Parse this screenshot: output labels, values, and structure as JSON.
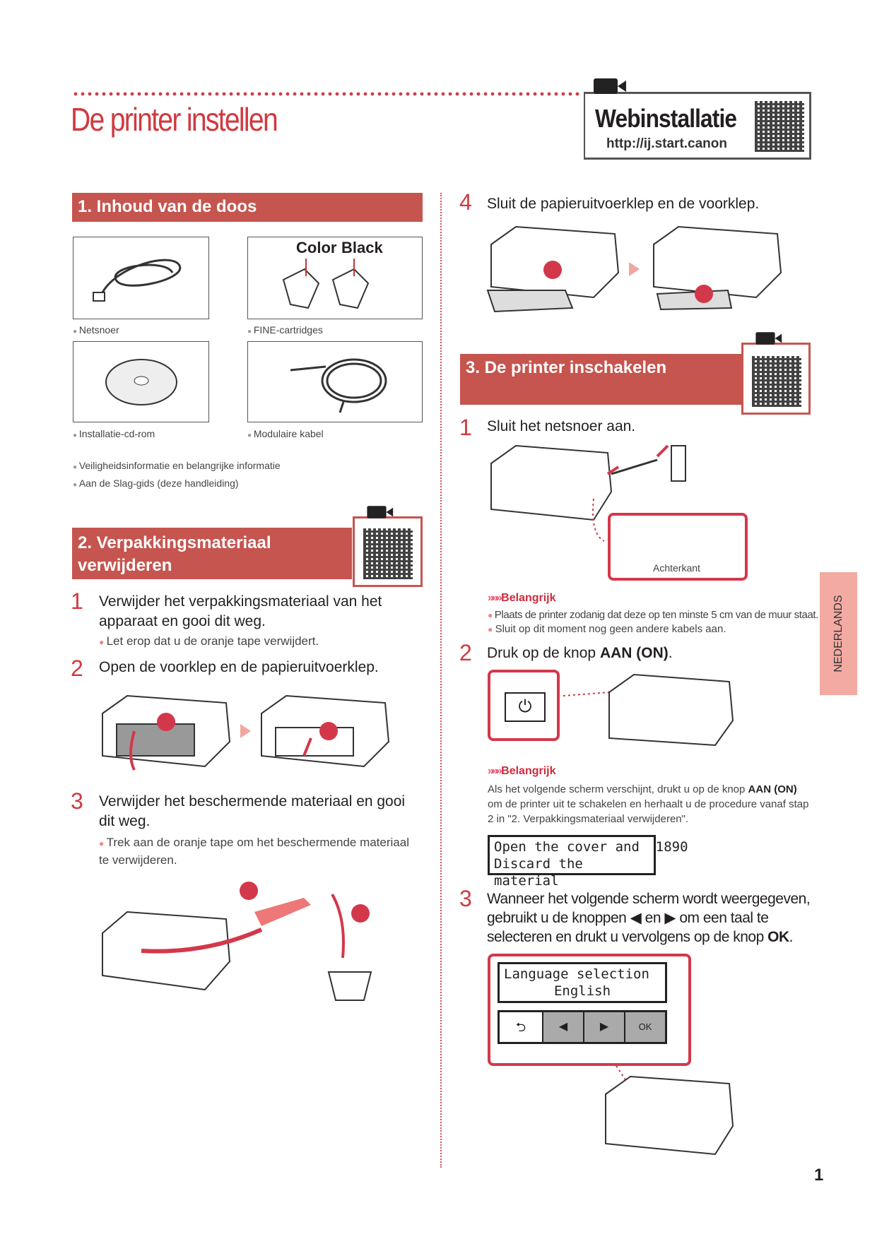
{
  "header": {
    "title": "De printer instellen",
    "web_title": "Webinstallatie",
    "web_url": "http://ij.start.canon"
  },
  "section1": {
    "title": "1. Inhoud van de doos",
    "ink_labels": [
      "Color",
      "Black"
    ],
    "items": [
      "Netsnoer",
      "FINE-cartridges",
      "Installatie-cd-rom",
      "Modulaire kabel"
    ],
    "extras": [
      "Veiligheidsinformatie en belangrijke informatie",
      "Aan de Slag-gids (deze handleiding)"
    ]
  },
  "section2": {
    "title_line1": "2. Verpakkingsmateriaal",
    "title_line2": "verwijderen",
    "steps": [
      {
        "num": "1",
        "text": "Verwijder het verpakkingsmateriaal van het apparaat en gooi dit weg.",
        "sub": "Let erop dat u de oranje tape verwijdert."
      },
      {
        "num": "2",
        "text": "Open de voorklep en de papieruitvoerklep."
      },
      {
        "num": "3",
        "text": "Verwijder het beschermende materiaal en gooi dit weg.",
        "sub": "Trek aan de oranje tape om het beschermende materiaal te verwijderen."
      },
      {
        "num": "4",
        "text": "Sluit de papieruitvoerklep en de voorklep."
      }
    ]
  },
  "section3": {
    "title": "3. De printer inschakelen",
    "step1": {
      "num": "1",
      "text": "Sluit het netsnoer aan.",
      "back_label": "Achterkant"
    },
    "important_label": "Belangrijk",
    "important1": [
      "Plaats de printer zodanig dat deze op ten minste 5 cm van de muur staat.",
      "Sluit op dit moment nog geen andere kabels aan."
    ],
    "step2": {
      "num": "2",
      "text": "Druk op de knop ",
      "bold": "AAN (ON)",
      "end": "."
    },
    "important2": {
      "a": "Als het volgende scherm verschijnt, drukt u op de knop ",
      "b": "AAN (ON)",
      "c": " om de printer uit te schakelen en herhaalt u de procedure vanaf stap 2 in \"2. Verpakkingsmateriaal verwijderen\"."
    },
    "lcd1": [
      "Open the cover and  1890",
      "Discard the material"
    ],
    "step3": {
      "num": "3",
      "a": "Wanneer het volgende scherm wordt weergegeven, gebruikt u de knoppen ◀ en ▶ om een taal te selecteren en drukt u vervolgens op de knop ",
      "b": "OK",
      "c": "."
    },
    "lcd2": [
      "Language selection",
      "English"
    ],
    "panel": {
      "back": "⮌",
      "left": "◀",
      "right": "▶",
      "ok": "OK"
    }
  },
  "side_tab": "NEDERLANDS",
  "page_number": "1",
  "colors": {
    "accent": "#c6554f",
    "title": "#cf3a40",
    "tab": "#f2aaa2"
  }
}
